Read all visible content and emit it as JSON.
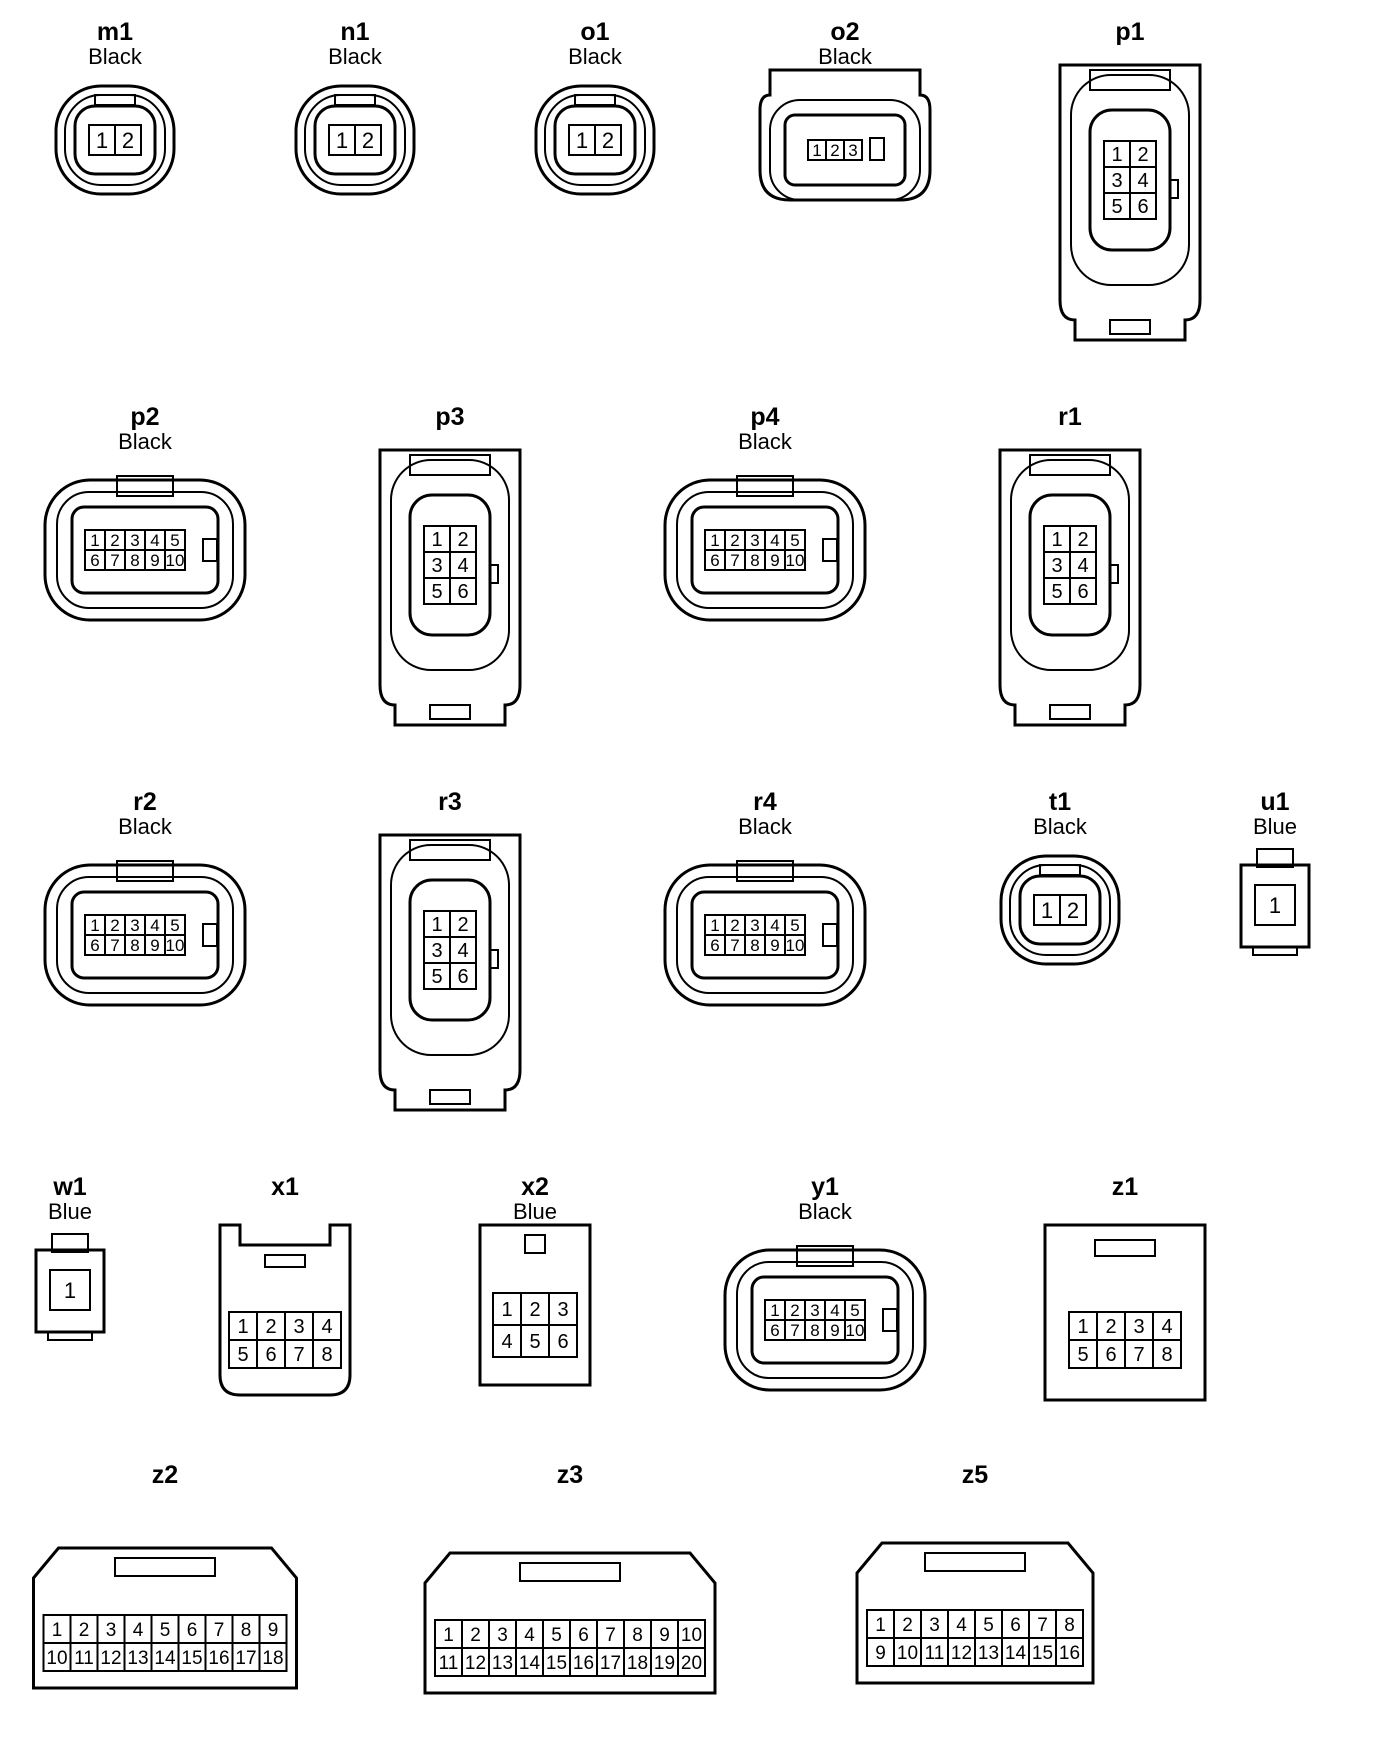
{
  "connectors": {
    "m1": {
      "id": "m1",
      "color": "Black",
      "pins": [
        [
          "1",
          "2"
        ]
      ]
    },
    "n1": {
      "id": "n1",
      "color": "Black",
      "pins": [
        [
          "1",
          "2"
        ]
      ]
    },
    "o1": {
      "id": "o1",
      "color": "Black",
      "pins": [
        [
          "1",
          "2"
        ]
      ]
    },
    "o2": {
      "id": "o2",
      "color": "Black",
      "pins": [
        [
          "1",
          "2",
          "3"
        ]
      ]
    },
    "p1": {
      "id": "p1",
      "color": "",
      "pins": [
        [
          "1",
          "2"
        ],
        [
          "3",
          "4"
        ],
        [
          "5",
          "6"
        ]
      ]
    },
    "p2": {
      "id": "p2",
      "color": "Black",
      "pins": [
        [
          "1",
          "2",
          "3",
          "4",
          "5"
        ],
        [
          "6",
          "7",
          "8",
          "9",
          "10"
        ]
      ]
    },
    "p3": {
      "id": "p3",
      "color": "",
      "pins": [
        [
          "1",
          "2"
        ],
        [
          "3",
          "4"
        ],
        [
          "5",
          "6"
        ]
      ]
    },
    "p4": {
      "id": "p4",
      "color": "Black",
      "pins": [
        [
          "1",
          "2",
          "3",
          "4",
          "5"
        ],
        [
          "6",
          "7",
          "8",
          "9",
          "10"
        ]
      ]
    },
    "r1": {
      "id": "r1",
      "color": "",
      "pins": [
        [
          "1",
          "2"
        ],
        [
          "3",
          "4"
        ],
        [
          "5",
          "6"
        ]
      ]
    },
    "r2": {
      "id": "r2",
      "color": "Black",
      "pins": [
        [
          "1",
          "2",
          "3",
          "4",
          "5"
        ],
        [
          "6",
          "7",
          "8",
          "9",
          "10"
        ]
      ]
    },
    "r3": {
      "id": "r3",
      "color": "",
      "pins": [
        [
          "1",
          "2"
        ],
        [
          "3",
          "4"
        ],
        [
          "5",
          "6"
        ]
      ]
    },
    "r4": {
      "id": "r4",
      "color": "Black",
      "pins": [
        [
          "1",
          "2",
          "3",
          "4",
          "5"
        ],
        [
          "6",
          "7",
          "8",
          "9",
          "10"
        ]
      ]
    },
    "t1": {
      "id": "t1",
      "color": "Black",
      "pins": [
        [
          "1",
          "2"
        ]
      ]
    },
    "u1": {
      "id": "u1",
      "color": "Blue",
      "pins": [
        [
          "1"
        ]
      ]
    },
    "w1": {
      "id": "w1",
      "color": "Blue",
      "pins": [
        [
          "1"
        ]
      ]
    },
    "x1": {
      "id": "x1",
      "color": "",
      "pins": [
        [
          "1",
          "2",
          "3",
          "4"
        ],
        [
          "5",
          "6",
          "7",
          "8"
        ]
      ]
    },
    "x2": {
      "id": "x2",
      "color": "Blue",
      "pins": [
        [
          "1",
          "2",
          "3"
        ],
        [
          "4",
          "5",
          "6"
        ]
      ]
    },
    "y1": {
      "id": "y1",
      "color": "Black",
      "pins": [
        [
          "1",
          "2",
          "3",
          "4",
          "5"
        ],
        [
          "6",
          "7",
          "8",
          "9",
          "10"
        ]
      ]
    },
    "z1": {
      "id": "z1",
      "color": "",
      "pins": [
        [
          "1",
          "2",
          "3",
          "4"
        ],
        [
          "5",
          "6",
          "7",
          "8"
        ]
      ]
    },
    "z2": {
      "id": "z2",
      "color": "",
      "pins": [
        [
          "1",
          "2",
          "3",
          "4",
          "5",
          "6",
          "7",
          "8",
          "9"
        ],
        [
          "10",
          "11",
          "12",
          "13",
          "14",
          "15",
          "16",
          "17",
          "18"
        ]
      ]
    },
    "z3": {
      "id": "z3",
      "color": "",
      "pins": [
        [
          "1",
          "2",
          "3",
          "4",
          "5",
          "6",
          "7",
          "8",
          "9",
          "10"
        ],
        [
          "11",
          "12",
          "13",
          "14",
          "15",
          "16",
          "17",
          "18",
          "19",
          "20"
        ]
      ]
    },
    "z5": {
      "id": "z5",
      "color": "",
      "pins": [
        [
          "1",
          "2",
          "3",
          "4",
          "5",
          "6",
          "7",
          "8"
        ],
        [
          "9",
          "10",
          "11",
          "12",
          "13",
          "14",
          "15",
          "16"
        ]
      ]
    }
  }
}
